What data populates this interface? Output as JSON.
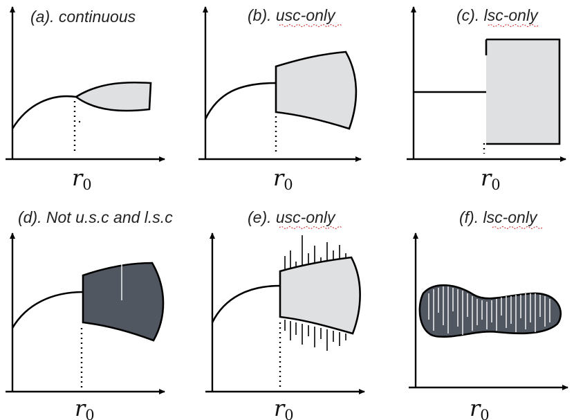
{
  "panels": [
    {
      "caption": "(a). continuous",
      "axis_symbol": "r",
      "axis_subscript": "0"
    },
    {
      "caption_prefix": "(b). ",
      "caption_term": "usc-only",
      "axis_symbol": "r",
      "axis_subscript": "0"
    },
    {
      "caption_prefix": "(c). ",
      "caption_term": "lsc-only",
      "axis_symbol": "r",
      "axis_subscript": "0"
    },
    {
      "caption": "(d). Not u.s.c and l.s.c",
      "axis_symbol": "r",
      "axis_subscript": "0"
    },
    {
      "caption_prefix": "(e). ",
      "caption_term": "usc-only",
      "axis_symbol": "r",
      "axis_subscript": "0"
    },
    {
      "caption_prefix": "(f). ",
      "caption_term": "lsc-only",
      "axis_symbol": "r",
      "axis_subscript": "0"
    }
  ],
  "colors": {
    "light_fill": "#dfe0e2",
    "dark_fill": "#515761",
    "outline": "#000000"
  }
}
